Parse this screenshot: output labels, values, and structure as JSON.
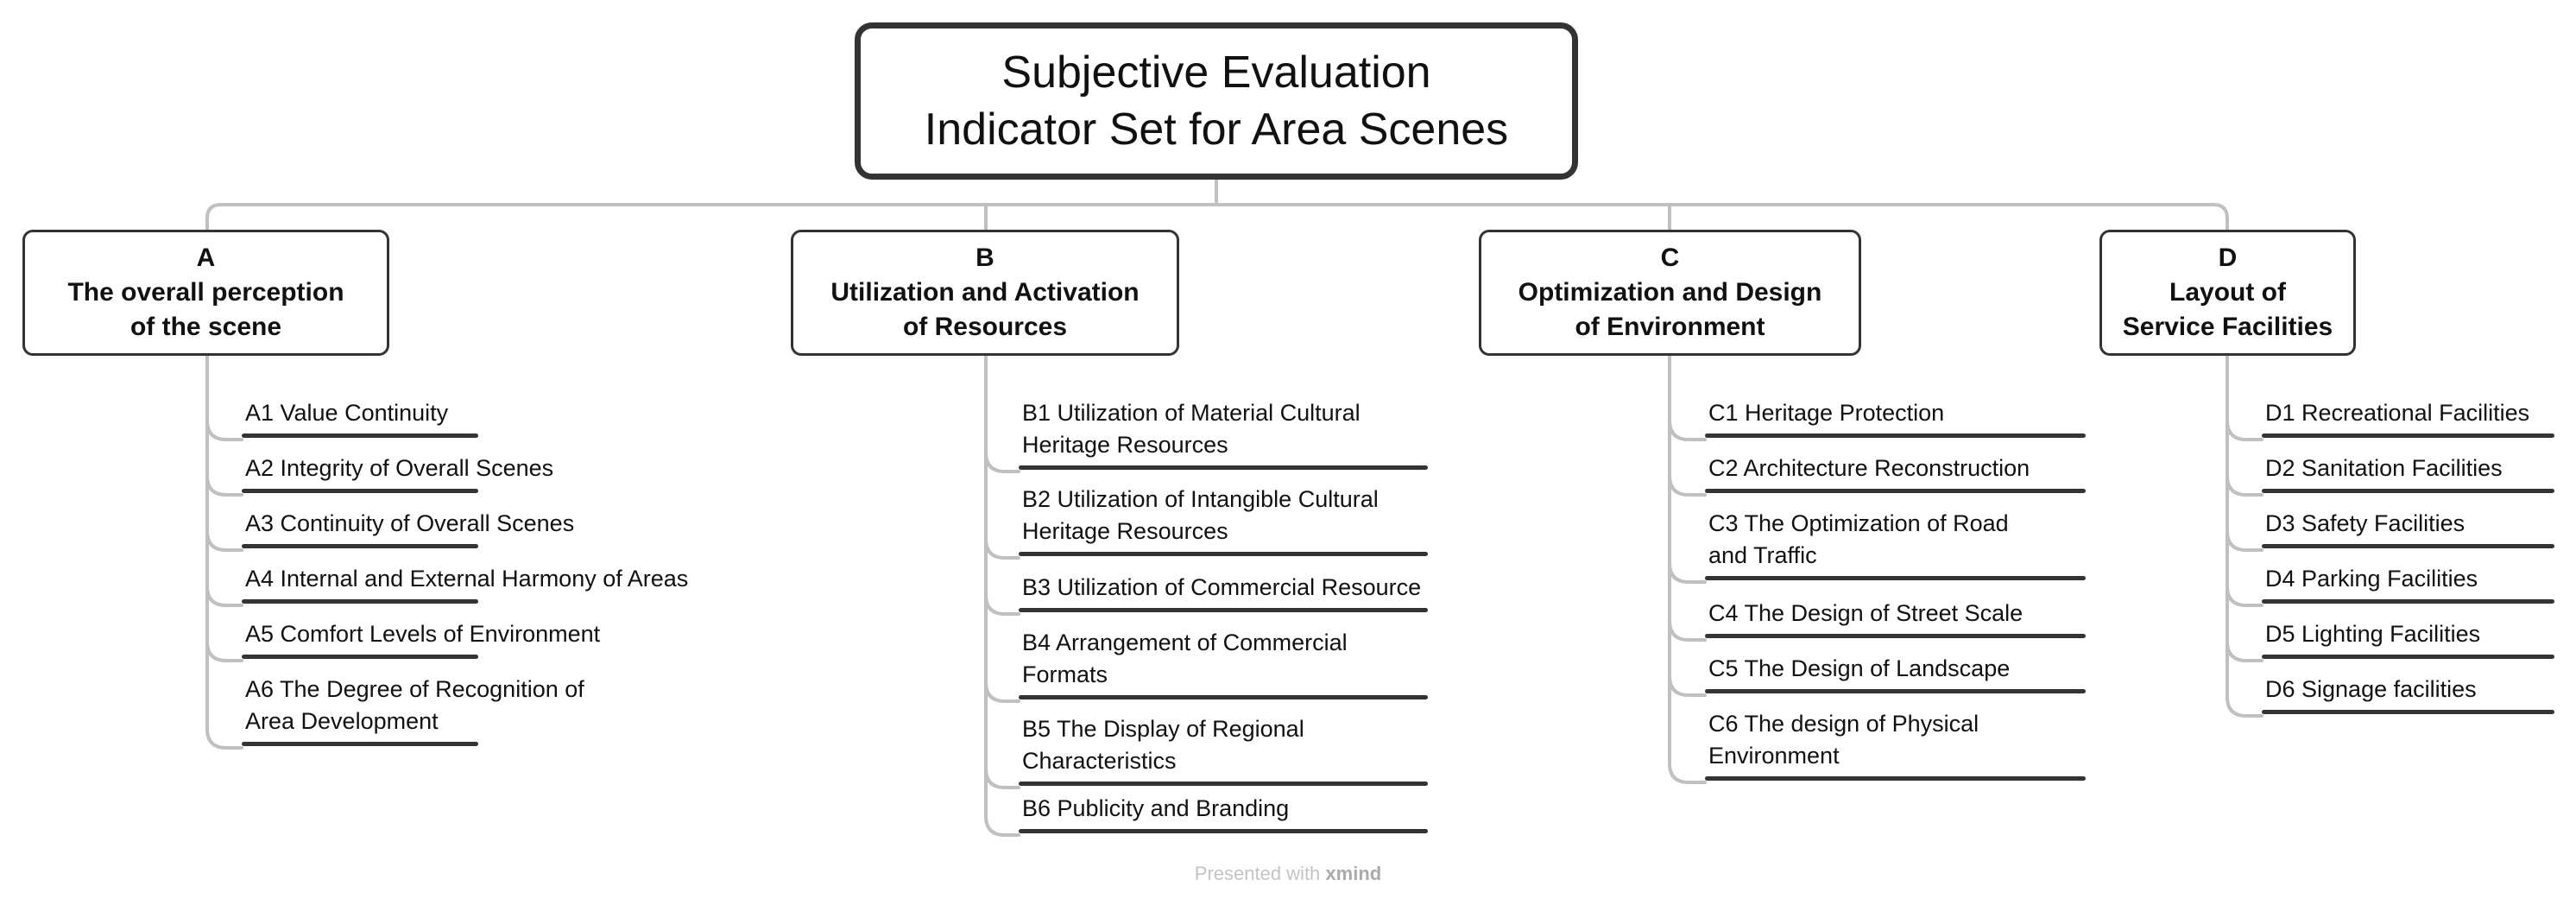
{
  "root": {
    "line1": "Subjective Evaluation",
    "line2": "Indicator Set for Area Scenes"
  },
  "categories": [
    {
      "code": "A",
      "title_lines": [
        "The overall perception",
        "of the scene"
      ],
      "items": [
        [
          "A1 Value Continuity"
        ],
        [
          "A2 Integrity of Overall Scenes"
        ],
        [
          "A3 Continuity of Overall Scenes"
        ],
        [
          "A4 Internal and External Harmony of Areas"
        ],
        [
          "A5 Comfort Levels of Environment"
        ],
        [
          "A6 The Degree of Recognition of",
          "Area Development"
        ]
      ]
    },
    {
      "code": "B",
      "title_lines": [
        "Utilization and Activation",
        "of Resources"
      ],
      "items": [
        [
          "B1 Utilization of Material Cultural",
          "Heritage Resources"
        ],
        [
          "B2 Utilization of Intangible Cultural",
          "Heritage Resources"
        ],
        [
          "B3 Utilization of Commercial Resource"
        ],
        [
          "B4 Arrangement of Commercial",
          "Formats"
        ],
        [
          "B5 The Display of Regional",
          "Characteristics"
        ],
        [
          "B6 Publicity and Branding"
        ]
      ]
    },
    {
      "code": "C",
      "title_lines": [
        "Optimization and Design",
        "of Environment"
      ],
      "items": [
        [
          "C1 Heritage Protection"
        ],
        [
          "C2 Architecture Reconstruction"
        ],
        [
          "C3 The Optimization of Road",
          "and Traffic"
        ],
        [
          "C4 The Design of Street Scale"
        ],
        [
          "C5 The Design of Landscape"
        ],
        [
          "C6 The design of Physical",
          "Environment"
        ]
      ]
    },
    {
      "code": "D",
      "title_lines": [
        "Layout of",
        "Service Facilities"
      ],
      "items": [
        [
          "D1 Recreational Facilities"
        ],
        [
          "D2 Sanitation Facilities"
        ],
        [
          "D3 Safety Facilities"
        ],
        [
          "D4 Parking Facilities"
        ],
        [
          "D5 Lighting Facilities"
        ],
        [
          "D6 Signage facilities"
        ]
      ]
    }
  ],
  "footer": {
    "prefix": "Presented with",
    "brand": "xmind"
  },
  "colors": {
    "line": "#c0c0c0",
    "border": "#333333",
    "footer": "#c4c4c4"
  }
}
